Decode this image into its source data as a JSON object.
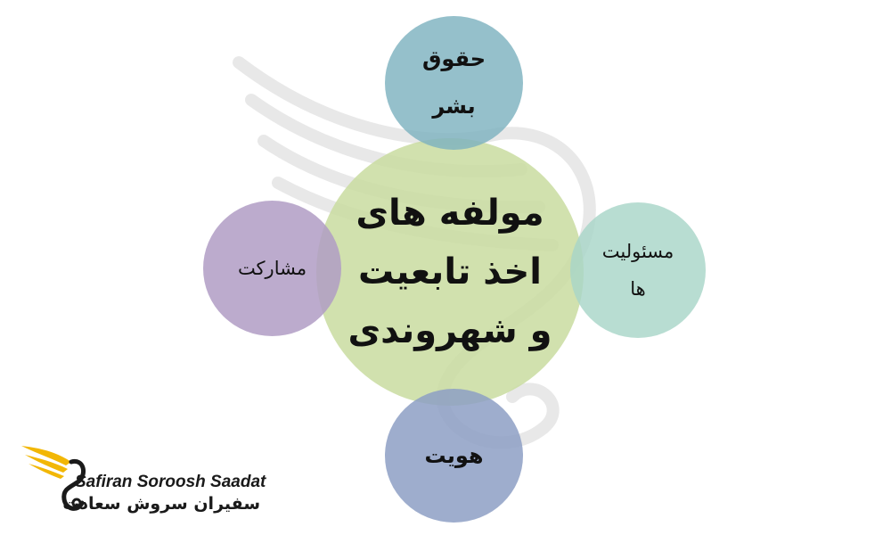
{
  "diagram": {
    "center": "مولفه های\nاخذ تابعیت\nو شهروندی",
    "top": "حقوق\nبشر",
    "right": "مسئولیت\nها",
    "left": "مشارکت",
    "bottom": "هویت"
  },
  "logo": {
    "name_en": "Safiran Soroosh Saadat",
    "name_fa": "سفیران سروش سعادت"
  },
  "colors": {
    "center": "#c9dca0",
    "top": "#7eb2c0",
    "right": "#a8d5c8",
    "left": "#b09cc4",
    "bottom": "#8d9fc4",
    "logo_accent": "#f2b705"
  }
}
